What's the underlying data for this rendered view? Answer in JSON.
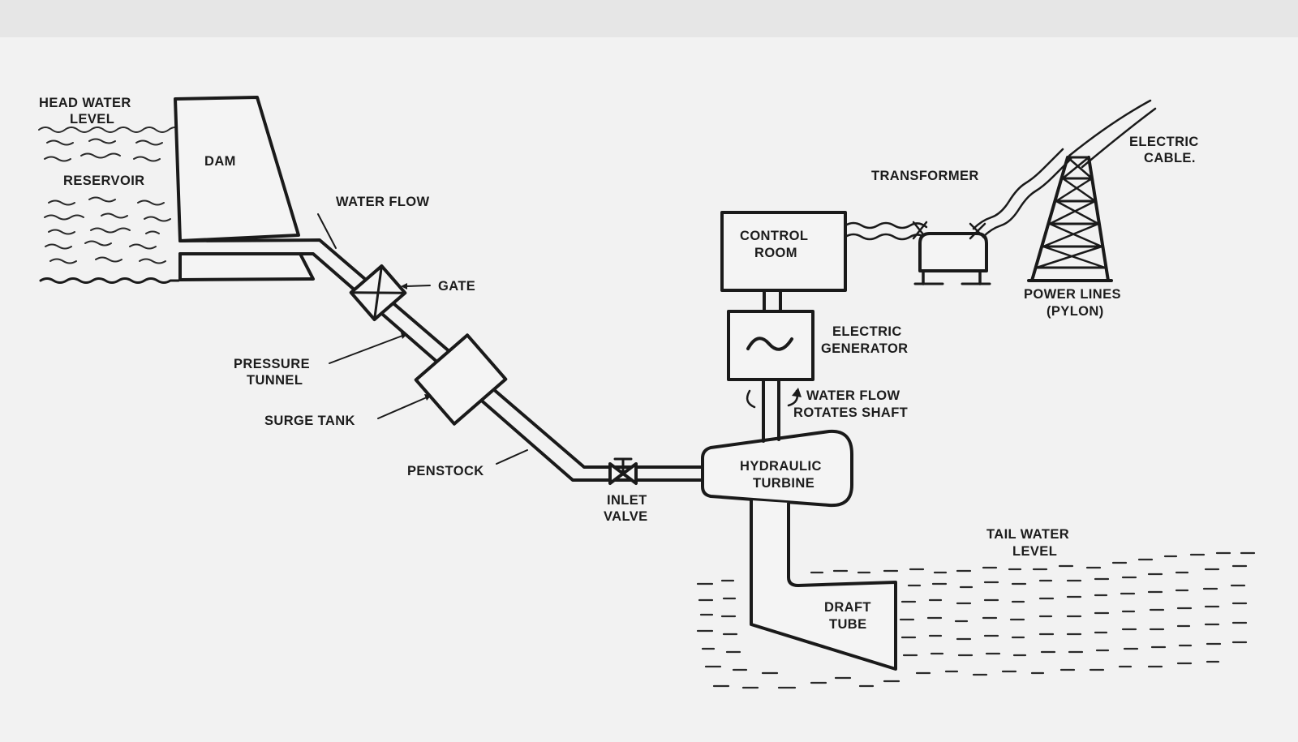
{
  "diagram": {
    "labels": {
      "head_water_1": "HEAD WATER",
      "head_water_2": "LEVEL",
      "reservoir": "RESERVOIR",
      "dam": "DAM",
      "water_flow": "WATER FLOW",
      "gate": "GATE",
      "pressure_tunnel_1": "PRESSURE",
      "pressure_tunnel_2": "TUNNEL",
      "surge_tank": "SURGE TANK",
      "penstock": "PENSTOCK",
      "inlet_valve_1": "INLET",
      "inlet_valve_2": "VALVE",
      "turbine_1": "HYDRAULIC",
      "turbine_2": "TURBINE",
      "shaft_1": "WATER FLOW",
      "shaft_2": "ROTATES SHAFT",
      "generator_1": "ELECTRIC",
      "generator_2": "GENERATOR",
      "control_room_1": "CONTROL",
      "control_room_2": "ROOM",
      "transformer": "TRANSFORMER",
      "power_lines_1": "POWER LINES",
      "power_lines_2": "(PYLON)",
      "cable_1": "ELECTRIC",
      "cable_2": "CABLE.",
      "tail_water_1": "TAIL WATER",
      "tail_water_2": "LEVEL",
      "draft_tube_1": "DRAFT",
      "draft_tube_2": "TUBE"
    },
    "colors": {
      "ink": "#1a1a1a",
      "paper": "#f2f2f2"
    }
  }
}
